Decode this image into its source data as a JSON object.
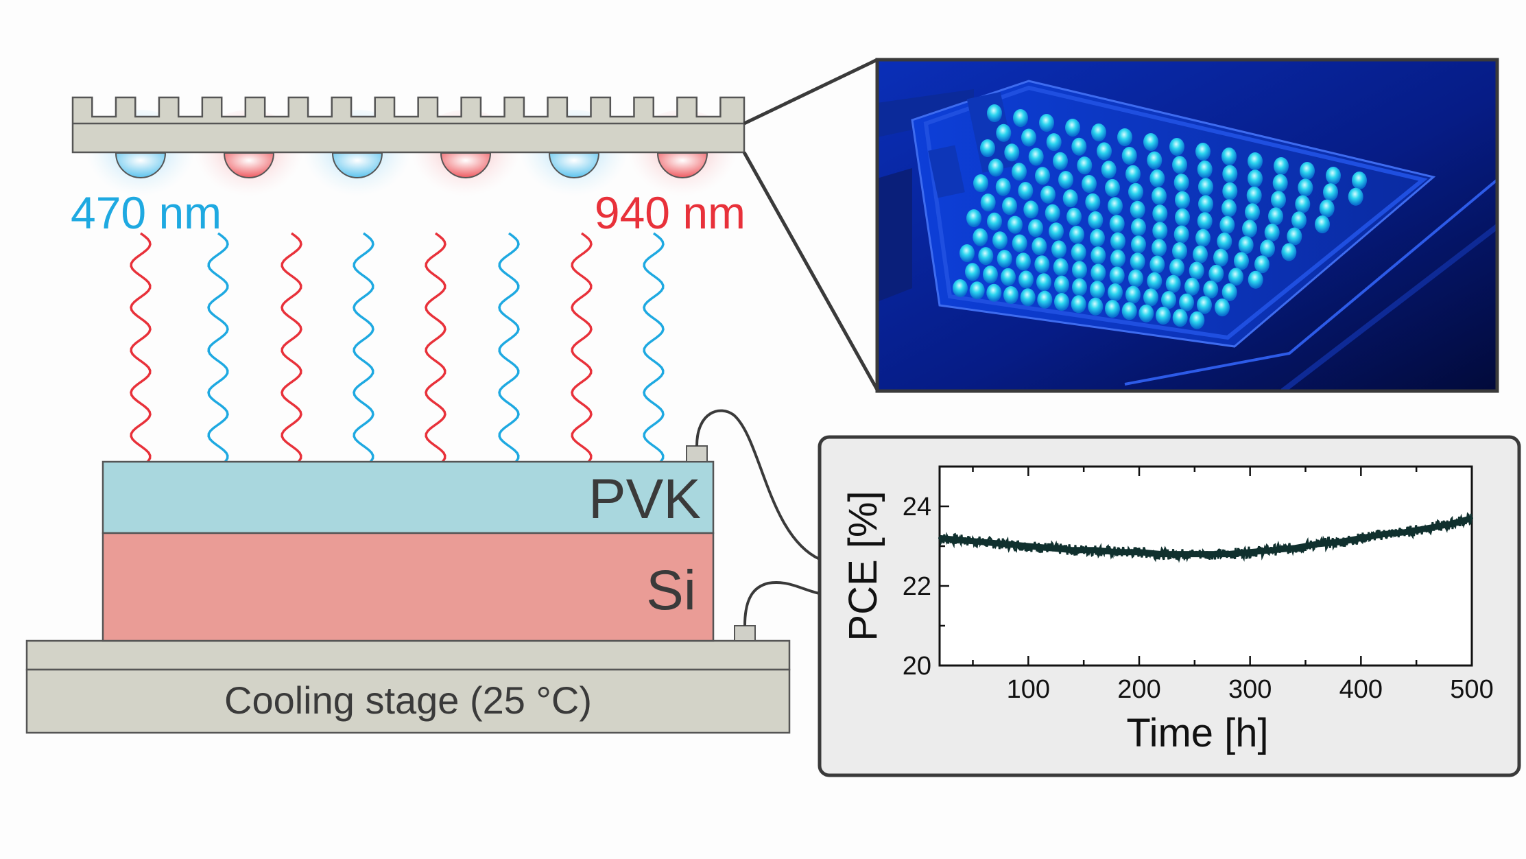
{
  "labels": {
    "blue_wavelength": "470 nm",
    "red_wavelength": "940 nm",
    "top_layer": "PVK",
    "bottom_layer": "Si",
    "stage": "Cooling stage (25 °C)"
  },
  "colors": {
    "blue": "#1ea9e1",
    "red": "#e8313a",
    "pvk_layer": "#a9d7de",
    "si_layer": "#ea9c96",
    "heatsink": "#d3d3c8",
    "stage": "#d3d3c8",
    "trace": "#10302e"
  },
  "led_sequence": [
    "blue",
    "red",
    "blue",
    "red",
    "blue",
    "red"
  ],
  "led_pattern": [
    "blue",
    "red",
    "blue",
    "red",
    "blue",
    "red",
    "blue",
    "red",
    "blue",
    "red",
    "blue",
    "red"
  ],
  "icons": {
    "photo": "led-array-photo"
  },
  "chart_data": {
    "type": "line",
    "xlabel": "Time [h]",
    "ylabel": "PCE [%]",
    "xlim": [
      20,
      500
    ],
    "ylim": [
      20,
      25
    ],
    "xticks": [
      100,
      200,
      300,
      400,
      500
    ],
    "yticks": [
      20,
      22,
      24
    ],
    "series": [
      {
        "x": [
          20,
          40,
          60,
          80,
          100,
          120,
          140,
          160,
          180,
          200,
          220,
          240,
          260,
          280,
          300,
          320,
          340,
          360,
          380,
          400,
          420,
          440,
          460,
          480,
          500
        ],
        "values": [
          23.2,
          23.15,
          23.1,
          23.05,
          23.0,
          22.95,
          22.9,
          22.9,
          22.85,
          22.85,
          22.8,
          22.8,
          22.8,
          22.8,
          22.85,
          22.9,
          22.95,
          23.05,
          23.1,
          23.2,
          23.3,
          23.35,
          23.45,
          23.55,
          23.7
        ]
      }
    ]
  }
}
